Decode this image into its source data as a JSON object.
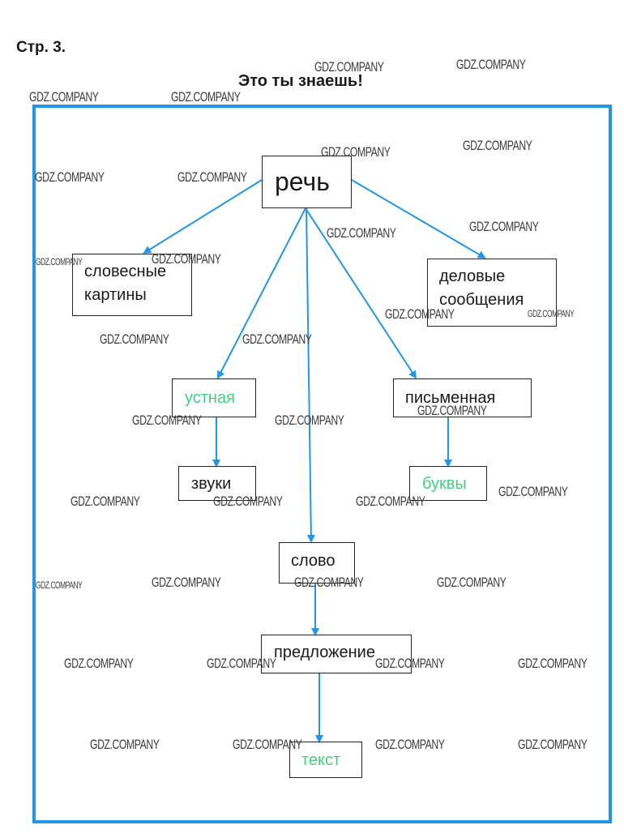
{
  "header": {
    "page_label": "Стр. 3.",
    "title": "Это ты знаешь!"
  },
  "diagram": {
    "nodes": {
      "rech": "речь",
      "slovesnye_line1": "словесные",
      "slovesnye_line2": "картины",
      "delovye_line1": "деловые",
      "delovye_line2": "сообщения",
      "ustnaya": "устная",
      "pismennaya": "письменная",
      "zvuki": "звуки",
      "bukvy": "буквы",
      "slovo": "слово",
      "predlozhenie": "предложение",
      "tekst": "текст"
    },
    "colors": {
      "frame": "#2196e8",
      "arrow": "#2196e8",
      "answer_text": "#3fd17f"
    },
    "edges": [
      [
        "речь",
        "словесные картины"
      ],
      [
        "речь",
        "деловые сообщения"
      ],
      [
        "речь",
        "устная"
      ],
      [
        "речь",
        "письменная"
      ],
      [
        "речь",
        "слово"
      ],
      [
        "устная",
        "звуки"
      ],
      [
        "письменная",
        "буквы"
      ],
      [
        "слово",
        "предложение"
      ],
      [
        "предложение",
        "текст"
      ]
    ]
  },
  "watermark": "GDZ.COMPANY"
}
